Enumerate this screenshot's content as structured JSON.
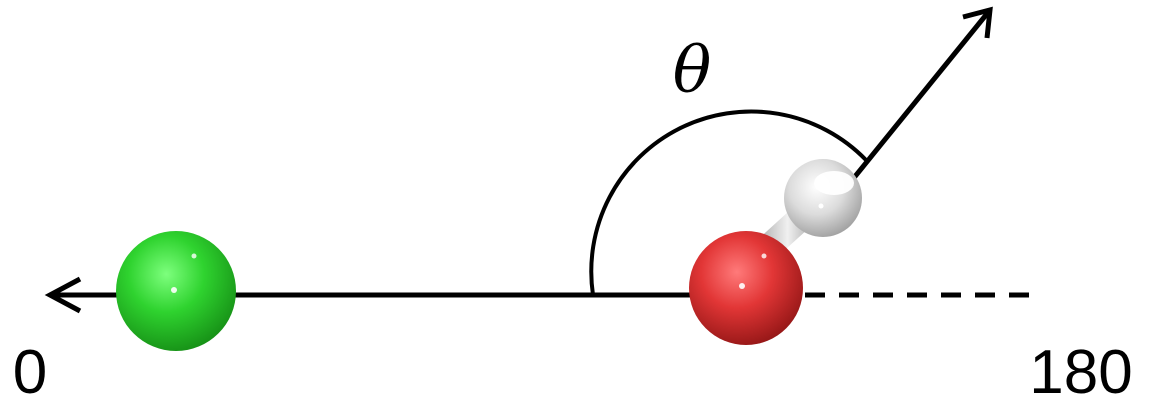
{
  "labels": {
    "angle_symbol": "θ",
    "left_end": "0",
    "right_end": "180"
  },
  "atoms": [
    {
      "name": "chlorine-atom",
      "color": "#2ecc2e"
    },
    {
      "name": "oxygen-atom",
      "color": "#e03030"
    },
    {
      "name": "hydrogen-atom",
      "color": "#d8d8d8"
    }
  ],
  "colors": {
    "line": "#000000"
  }
}
